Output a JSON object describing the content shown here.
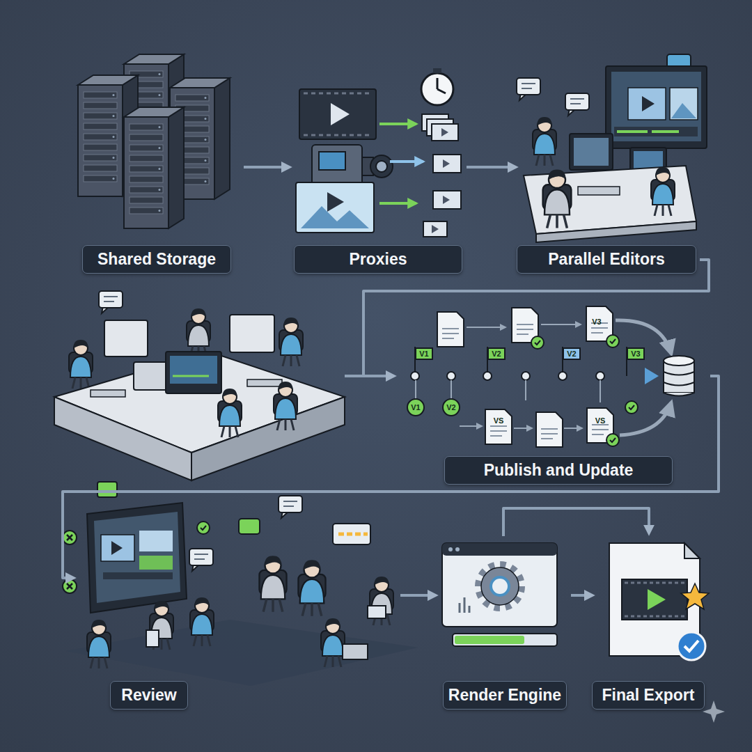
{
  "diagram": {
    "nodes": [
      {
        "text": [
          "Shared Storage"
        ]
      },
      {
        "text": [
          "Proxies"
        ]
      },
      {
        "text": [
          "Parallel Editors"
        ]
      },
      {
        "text": [
          "Publish and Update"
        ]
      },
      {
        "text": [
          "Review"
        ]
      },
      {
        "text": [
          "Render Engine"
        ]
      },
      {
        "text": [
          "Final Export"
        ]
      }
    ],
    "edges": [
      {
        "from": 0,
        "to": 1,
        "arrow": "to"
      },
      {
        "from": 1,
        "to": 2,
        "arrow": "to"
      },
      {
        "from": 2,
        "to": 3,
        "arrow": "to"
      },
      {
        "from": 3,
        "to": 4,
        "arrow": "to"
      },
      {
        "from": 4,
        "to": 5,
        "arrow": "to"
      },
      {
        "from": 5,
        "to": 6,
        "arrow": "to"
      },
      {
        "from": 5,
        "to": 6,
        "arrow": "to"
      }
    ],
    "labels": [
      "V3",
      "V1",
      "V2",
      "V2",
      "V3",
      "V1",
      "V2",
      "VS",
      "VS"
    ]
  }
}
